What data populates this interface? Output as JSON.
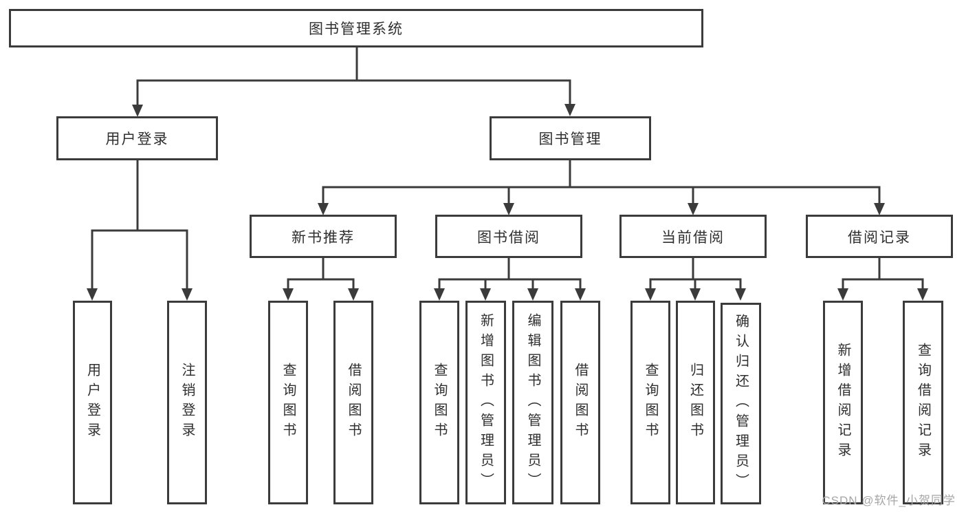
{
  "diagram": {
    "root": {
      "label": "图书管理系统"
    },
    "level2": [
      {
        "label": "用户登录",
        "children": [
          {
            "label": "用户登录"
          },
          {
            "label": "注销登录"
          }
        ]
      },
      {
        "label": "图书管理",
        "children": [
          {
            "label": "新书推荐",
            "children": [
              {
                "label": "查询图书"
              },
              {
                "label": "借阅图书"
              }
            ]
          },
          {
            "label": "图书借阅",
            "children": [
              {
                "label": "查询图书"
              },
              {
                "label": "新增图书（管理员）"
              },
              {
                "label": "编辑图书（管理员）"
              },
              {
                "label": "借阅图书"
              }
            ]
          },
          {
            "label": "当前借阅",
            "children": [
              {
                "label": "查询图书"
              },
              {
                "label": "归还图书"
              },
              {
                "label": "确认归还（管理员）"
              }
            ]
          },
          {
            "label": "借阅记录",
            "children": [
              {
                "label": "新增借阅记录"
              },
              {
                "label": "查询借阅记录"
              }
            ]
          }
        ]
      }
    ]
  },
  "watermark": {
    "text": "CSDN @软件_小贺同学"
  },
  "colors": {
    "line": "#3b3b3b",
    "text": "#2f2f2f",
    "watermark": "#a6a6a6",
    "background": "#ffffff"
  }
}
